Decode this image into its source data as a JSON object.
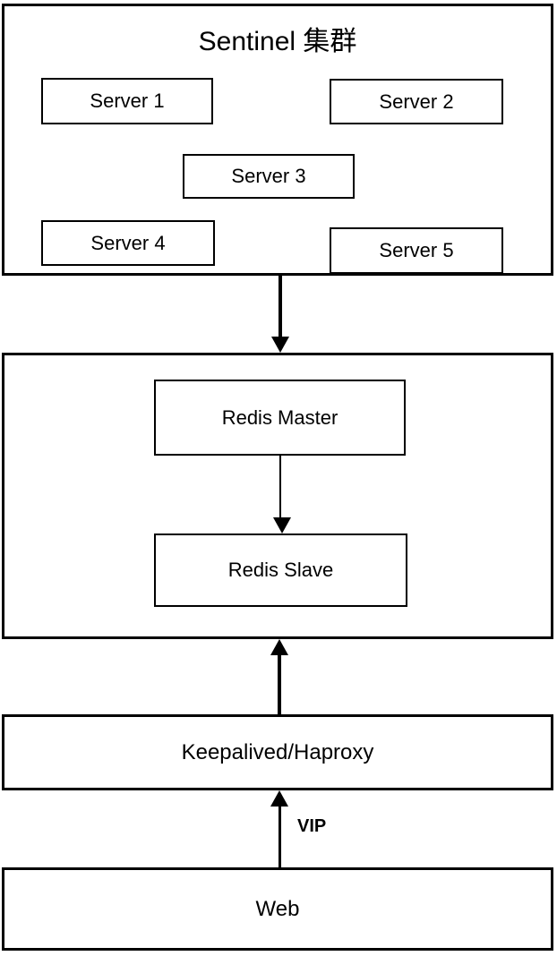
{
  "diagram": {
    "title": "Sentinel 集群",
    "sentinel_cluster": {
      "servers": [
        {
          "label": "Server 1"
        },
        {
          "label": "Server 2"
        },
        {
          "label": "Server 3"
        },
        {
          "label": "Server 4"
        },
        {
          "label": "Server 5"
        }
      ]
    },
    "redis_group": {
      "master_label": "Redis Master",
      "slave_label": "Redis Slave"
    },
    "proxy_label": "Keepalived/Haproxy",
    "web_label": "Web",
    "vip_label": "VIP",
    "colors": {
      "line": "#000000",
      "background": "#ffffff",
      "box_fill": "#ffffff"
    }
  }
}
